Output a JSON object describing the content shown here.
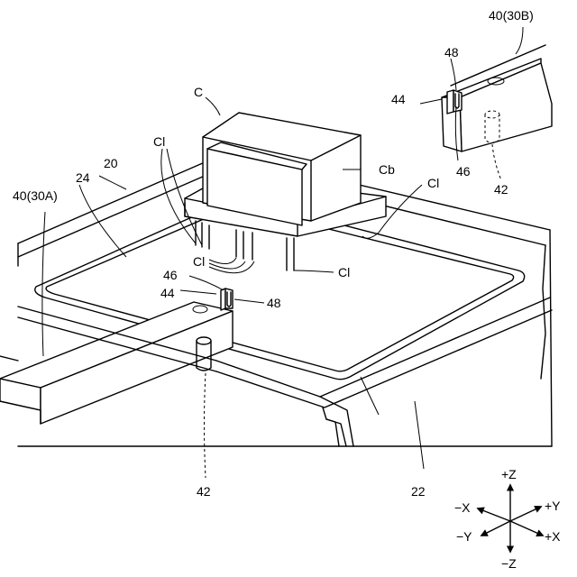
{
  "labels": {
    "c": "C",
    "cb": "Cb",
    "cl_left": "Cl",
    "cl_right_top": "Cl",
    "cl_mid": "Cl",
    "cl_bottom": "Cl",
    "n20": "20",
    "n24": "24",
    "n40a": "40(30A)",
    "n40b": "40(30B)",
    "n44_left": "44",
    "n44_right": "44",
    "n46_left": "46",
    "n46_right": "46",
    "n48_left": "48",
    "n48_right": "48",
    "n42_left": "42",
    "n42_right": "42",
    "n22": "22"
  },
  "axes": {
    "pz": "+Z",
    "nz": "−Z",
    "px": "+X",
    "nx": "−X",
    "py": "+Y",
    "ny": "−Y"
  }
}
